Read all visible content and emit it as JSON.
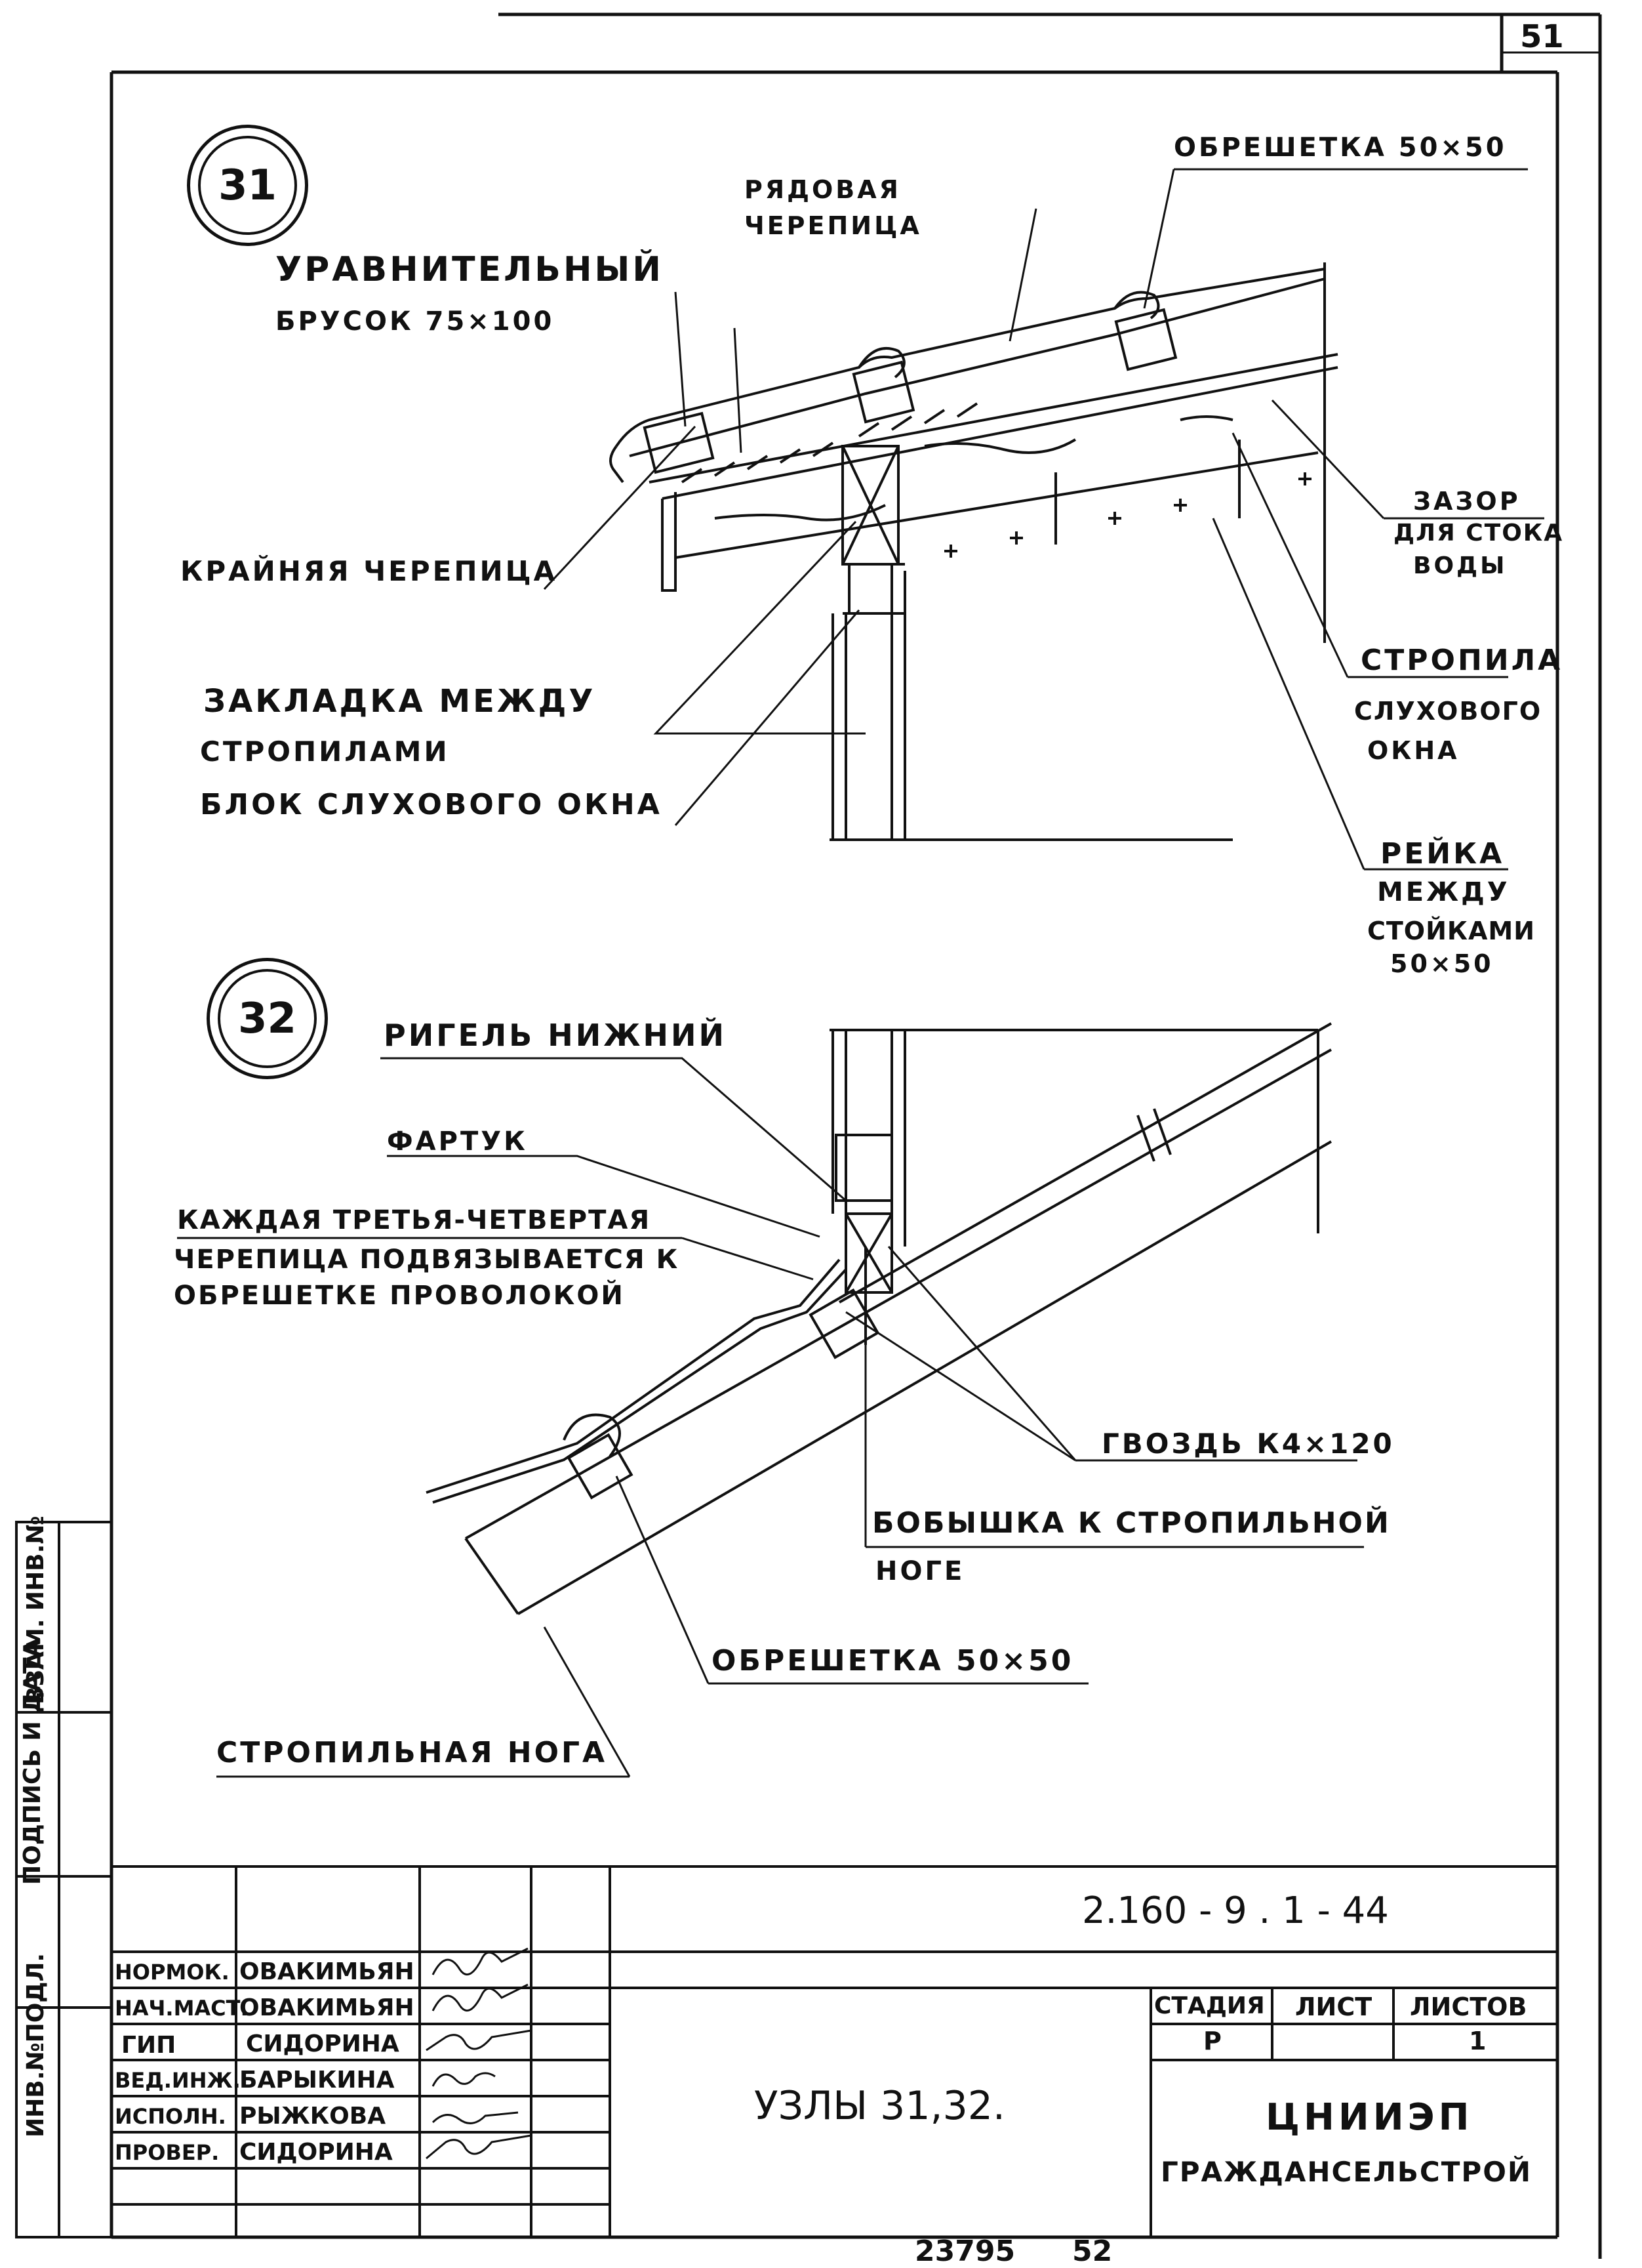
{
  "sheet_number": "51",
  "detail_31": {
    "number": "31",
    "labels": {
      "batten": "ОБРЕШЕТКА 50×50",
      "row_tile_1": "РЯДОВАЯ",
      "row_tile_2": "ЧЕРЕПИЦА",
      "leveling_bar_1": "УРАВНИТЕЛЬНЫЙ",
      "leveling_bar_2": "БРУСОК 75×100",
      "edge_tile": "КРАЙНЯЯ ЧЕРЕПИЦА",
      "gap_1": "ЗАЗОР",
      "gap_2": "ДЛЯ СТОКА",
      "gap_3": "ВОДЫ",
      "fill_1": "ЗАКЛАДКА МЕЖДУ",
      "fill_2": "СТРОПИЛАМИ",
      "window_block": "БЛОК СЛУХОВОГО ОКНА",
      "dormer_rafters_1": "СТРОПИЛА",
      "dormer_rafters_2": "СЛУХОВОГО",
      "dormer_rafters_3": "ОКНА",
      "lath_1": "РЕЙКА",
      "lath_2": "МЕЖДУ",
      "lath_3": "СТОЙКАМИ",
      "lath_4": "50×50"
    }
  },
  "detail_32": {
    "number": "32",
    "labels": {
      "lower_rail": "РИГЕЛЬ НИЖНИЙ",
      "apron": "ФАРТУК",
      "tie_1": "КАЖДАЯ ТРЕТЬЯ-ЧЕТВЕРТАЯ",
      "tie_2": "ЧЕРЕПИЦА ПОДВЯЗЫВАЕТСЯ К",
      "tie_3": "ОБРЕШЕТКЕ ПРОВОЛОКОЙ",
      "nail": "ГВОЗДЬ К4×120",
      "boss_1": "БОБЫШКА К СТРОПИЛЬНОЙ",
      "boss_2": "НОГЕ",
      "batten": "ОБРЕШЕТКА 50×50",
      "rafter": "СТРОПИЛЬНАЯ НОГА"
    }
  },
  "side_stamp": {
    "inv_no": "ИНВ.№ПОДЛ.",
    "sign_date": "ПОДПИСЬ И ДАТА",
    "replace_inv": "ВЗАМ. ИНВ.№"
  },
  "title_block": {
    "doc_code": "2.160 - 9 . 1 - 44",
    "title": "УЗЛЫ 31,32.",
    "stage_header": "СТАДИЯ",
    "sheet_header": "ЛИСТ",
    "sheets_header": "ЛИСТОВ",
    "stage": "Р",
    "sheets": "1",
    "org_1": "ЦНИИЭП",
    "org_2": "ГРАЖДАНСЕЛЬСТРОЙ",
    "roles": [
      {
        "role": "НОРМОК.",
        "name": "ОВАКИМЬЯН"
      },
      {
        "role": "НАЧ.МАСТ.",
        "name": "ОВАКИМЬЯН"
      },
      {
        "role": "ГИП",
        "name": "СИДОРИНА"
      },
      {
        "role": "ВЕД.ИНЖ.",
        "name": "БАРЫКИНА"
      },
      {
        "role": "ИСПОЛН.",
        "name": "РЫЖКОВА"
      },
      {
        "role": "ПРОВЕР.",
        "name": "СИДОРИНА"
      }
    ]
  },
  "footer": {
    "number": "23795",
    "page": "52"
  }
}
